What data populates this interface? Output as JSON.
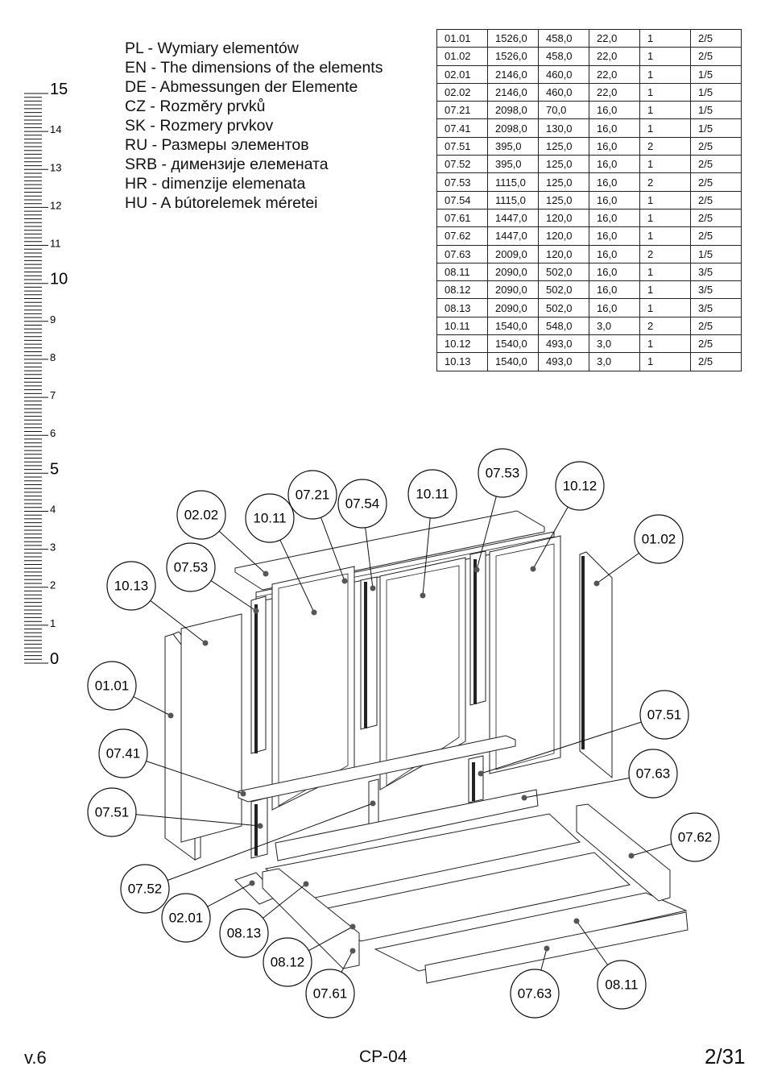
{
  "titles": [
    "PL -  Wymiary elementów",
    "EN - The dimensions of the elements",
    "DE - Abmessungen der Elemente",
    "CZ - Rozměry prvků",
    "SK - Rozmery prvkov",
    "RU - Размеры элементов",
    "SRB - димензије елемената",
    "HR - dimenzije elemenata",
    "HU - A bútorelemek méretei"
  ],
  "ruler": {
    "major": [
      "15",
      "10",
      "5",
      "0"
    ],
    "minor": [
      "14",
      "13",
      "12",
      "11",
      "9",
      "8",
      "7",
      "6",
      "4",
      "3",
      "2",
      "1"
    ]
  },
  "dimension_table": [
    [
      "01.01",
      "1526,0",
      "458,0",
      "22,0",
      "1",
      "2/5"
    ],
    [
      "01.02",
      "1526,0",
      "458,0",
      "22,0",
      "1",
      "2/5"
    ],
    [
      "02.01",
      "2146,0",
      "460,0",
      "22,0",
      "1",
      "1/5"
    ],
    [
      "02.02",
      "2146,0",
      "460,0",
      "22,0",
      "1",
      "1/5"
    ],
    [
      "07.21",
      "2098,0",
      "70,0",
      "16,0",
      "1",
      "1/5"
    ],
    [
      "07.41",
      "2098,0",
      "130,0",
      "16,0",
      "1",
      "1/5"
    ],
    [
      "07.51",
      "395,0",
      "125,0",
      "16,0",
      "2",
      "2/5"
    ],
    [
      "07.52",
      "395,0",
      "125,0",
      "16,0",
      "1",
      "2/5"
    ],
    [
      "07.53",
      "1115,0",
      "125,0",
      "16,0",
      "2",
      "2/5"
    ],
    [
      "07.54",
      "1115,0",
      "125,0",
      "16,0",
      "1",
      "2/5"
    ],
    [
      "07.61",
      "1447,0",
      "120,0",
      "16,0",
      "1",
      "2/5"
    ],
    [
      "07.62",
      "1447,0",
      "120,0",
      "16,0",
      "1",
      "2/5"
    ],
    [
      "07.63",
      "2009,0",
      "120,0",
      "16,0",
      "2",
      "1/5"
    ],
    [
      "08.11",
      "2090,0",
      "502,0",
      "16,0",
      "1",
      "3/5"
    ],
    [
      "08.12",
      "2090,0",
      "502,0",
      "16,0",
      "1",
      "3/5"
    ],
    [
      "08.13",
      "2090,0",
      "502,0",
      "16,0",
      "1",
      "3/5"
    ],
    [
      "10.11",
      "1540,0",
      "548,0",
      "3,0",
      "2",
      "2/5"
    ],
    [
      "10.12",
      "1540,0",
      "493,0",
      "3,0",
      "1",
      "2/5"
    ],
    [
      "10.13",
      "1540,0",
      "493,0",
      "3,0",
      "1",
      "2/5"
    ]
  ],
  "callouts": [
    "02.02",
    "10.11",
    "07.21",
    "07.54",
    "10.11",
    "07.53",
    "10.12",
    "01.02",
    "07.53",
    "10.13",
    "01.01",
    "07.41",
    "07.51",
    "07.51",
    "07.63",
    "07.62",
    "07.52",
    "02.01",
    "08.13",
    "08.12",
    "07.61",
    "07.63",
    "08.11"
  ],
  "footer": {
    "version": "v.6",
    "model": "CP-04",
    "page": "2/31"
  }
}
